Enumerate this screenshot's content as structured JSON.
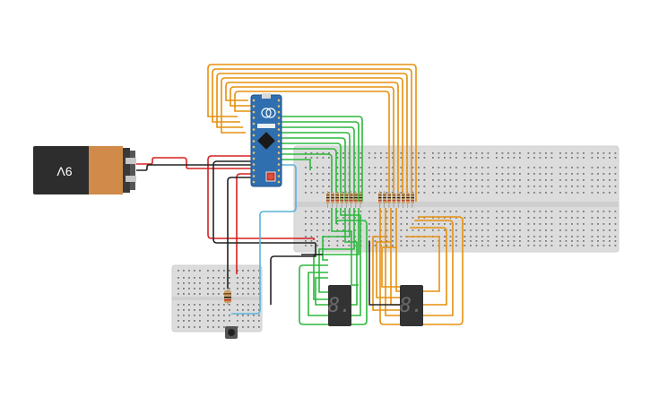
{
  "battery": {
    "label": "9V",
    "body_color": "#2d2d2d",
    "cap_color": "#d08a4a"
  },
  "microcontroller": {
    "board_color": "#2f6fb0",
    "chip_color": "#1a1a1a",
    "reset_button_color": "#c0392b"
  },
  "displays": [
    {
      "id": "display-1",
      "digit": "8.",
      "segment_color": "#555555"
    },
    {
      "id": "display-2",
      "digit": "8.",
      "segment_color": "#555555"
    }
  ],
  "wire_colors": {
    "orange": "#e6900f",
    "green": "#2db83d",
    "red": "#d62020",
    "black": "#222222",
    "blue": "#5ab3d9"
  },
  "breadboard_main": {
    "color": "#dcdcdc"
  },
  "breadboard_small": {
    "color": "#dcdcdc"
  },
  "resistor_color": "#c8a06a"
}
